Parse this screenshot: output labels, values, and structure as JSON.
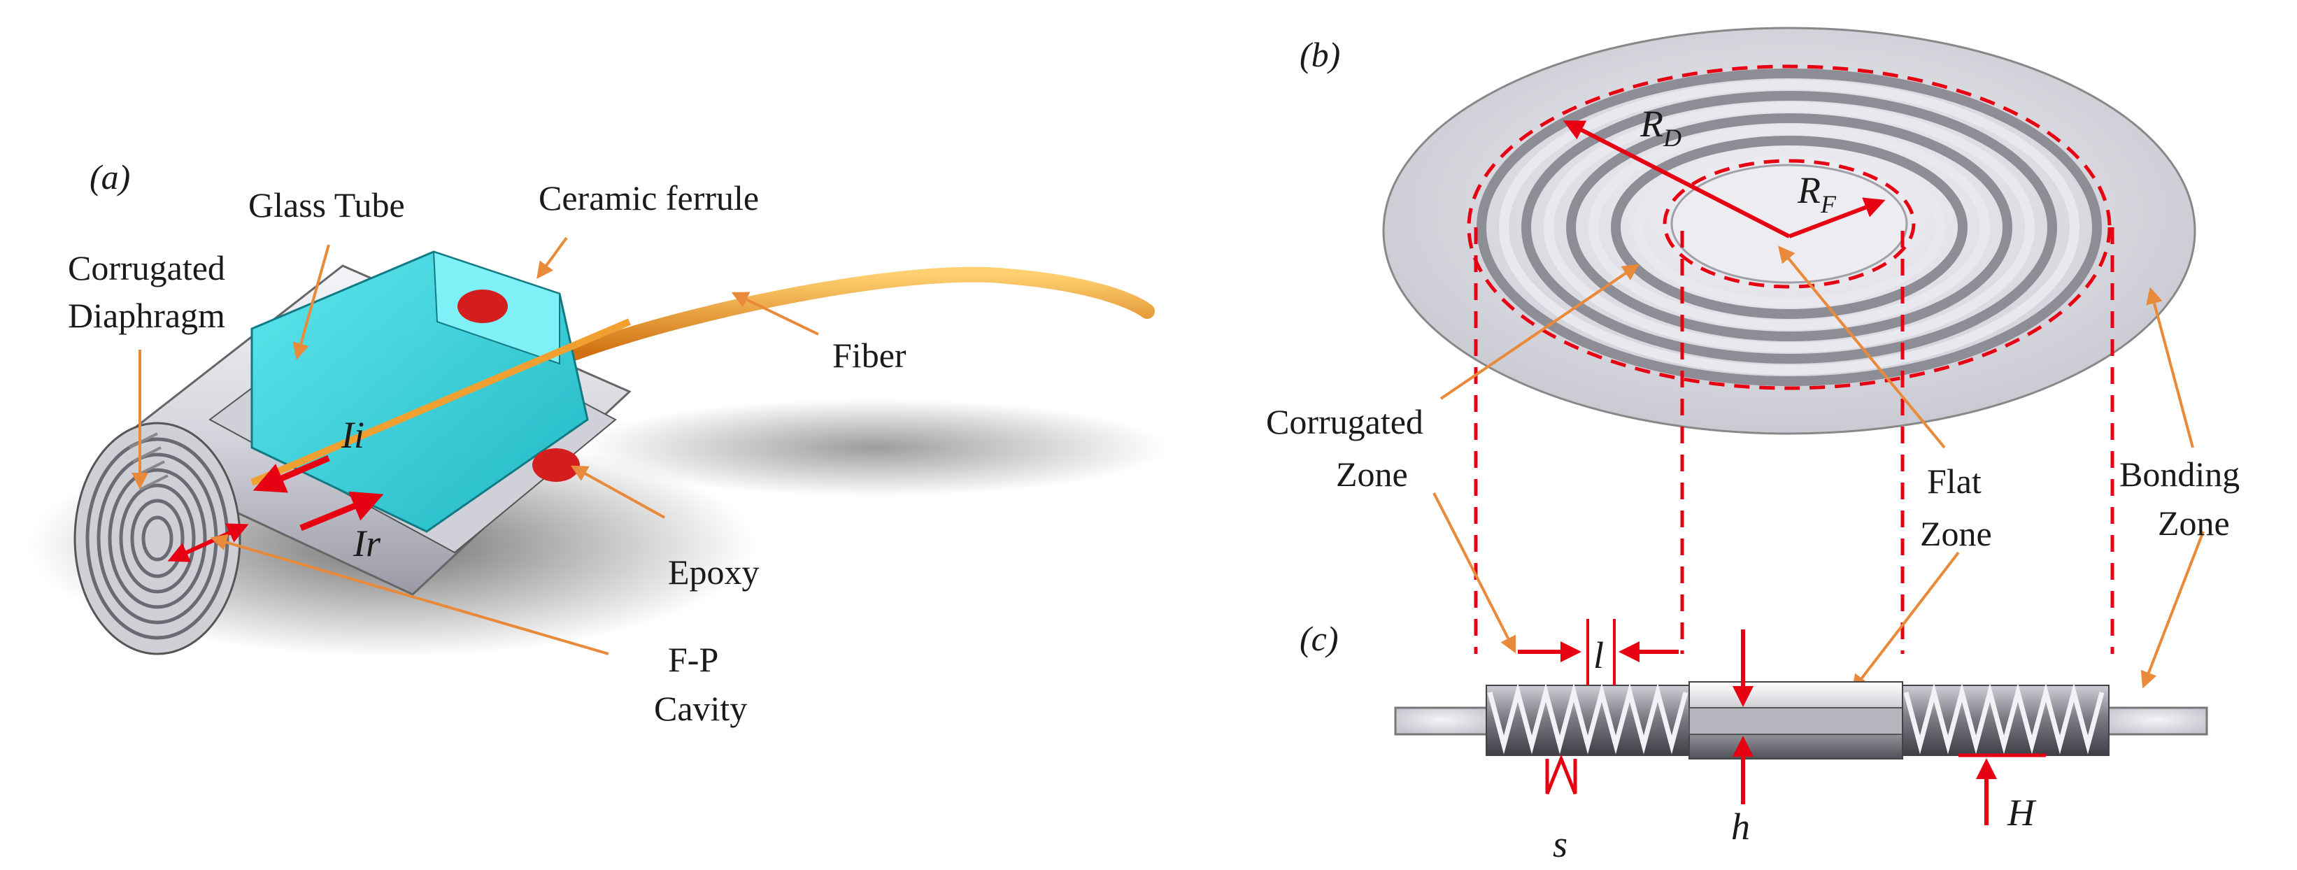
{
  "panels": {
    "a": "(a)",
    "b": "(b)",
    "c": "(c)"
  },
  "labels": {
    "glass_tube": "Glass Tube",
    "ceramic_ferrule": "Ceramic ferrule",
    "corrugated_line1": "Corrugated",
    "corrugated_line2": "Diaphragm",
    "fiber": "Fiber",
    "epoxy": "Epoxy",
    "fp_line1": "F-P",
    "fp_line2": "Cavity",
    "ii": "Ii",
    "ir": "Ir",
    "corr_zone_line1": "Corrugated",
    "corr_zone_line2": "Zone",
    "flat_zone_line1": "Flat",
    "flat_zone_line2": "Zone",
    "bond_zone_line1": "Bonding",
    "bond_zone_line2": "Zone"
  },
  "symbols": {
    "rd_main": "R",
    "rd_sub": "D",
    "rf_main": "R",
    "rf_sub": "F",
    "l": "l",
    "s": "s",
    "h": "h",
    "H": "H"
  },
  "colors": {
    "leader": "#e88a3a",
    "arrow": "#e60012",
    "dash": "#e60012",
    "ferrule": "#37d6df",
    "metal": "#c8c8d0",
    "fiber": "#f0a030",
    "epoxy": "#d41e1e"
  }
}
